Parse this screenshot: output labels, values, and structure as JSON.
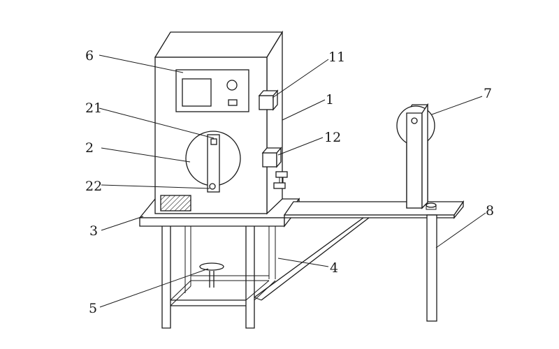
{
  "labels": {
    "l1": "1",
    "l2": "2",
    "l3": "3",
    "l4": "4",
    "l5": "5",
    "l6": "6",
    "l7": "7",
    "l8": "8",
    "l11": "11",
    "l12": "12",
    "l21": "21",
    "l22": "22"
  },
  "colors": {
    "line": "#1a1a1a",
    "background": "#ffffff"
  }
}
